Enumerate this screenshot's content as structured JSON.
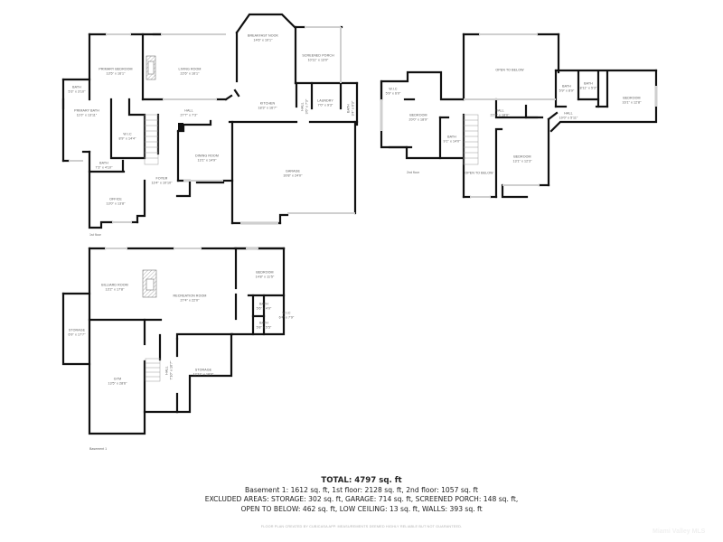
{
  "floors": {
    "first": {
      "label": "1st floor",
      "rooms": [
        {
          "name": "Primary Bedroom",
          "dims": "13'5\" x 16'1\""
        },
        {
          "name": "Living Room",
          "dims": "22'6\" x 16'1\""
        },
        {
          "name": "Breakfast Nook",
          "dims": "14'6\" x 10'1\""
        },
        {
          "name": "Screened Porch",
          "dims": "10'11\" x 13'0\""
        },
        {
          "name": "Bath",
          "dims": "5'3\" x 3'10\""
        },
        {
          "name": "Primary Bath",
          "dims": "11'0\" x 13'11\""
        },
        {
          "name": "Hall",
          "dims": "27'7\" x 7'3\""
        },
        {
          "name": "Kitchen",
          "dims": "18'3\" x 16'7\""
        },
        {
          "name": "Laundry",
          "dims": "7'0\" x 9'3\""
        },
        {
          "name": "Hall",
          "dims": "3'6\" x 7'3\""
        },
        {
          "name": "Bath",
          "dims": "3'4\" x 6'3\""
        },
        {
          "name": "W.I.C",
          "dims": "8'9\" x 14'4\""
        },
        {
          "name": "Dining Room",
          "dims": "13'1\" x 14'9\""
        },
        {
          "name": "Bath",
          "dims": "7'3\" x 4'10\""
        },
        {
          "name": "Foyer",
          "dims": "13'4\" x 10'10\""
        },
        {
          "name": "Office",
          "dims": "13'0\" x 13'8\""
        },
        {
          "name": "Garage",
          "dims": "30'8\" x 24'0\""
        }
      ]
    },
    "second": {
      "label": "2nd floor",
      "rooms": [
        {
          "name": "Open to Below",
          "dims": ""
        },
        {
          "name": "W.I.C",
          "dims": "5'9\" x 6'0\""
        },
        {
          "name": "Bedroom",
          "dims": "20'0\" x 18'9\""
        },
        {
          "name": "Hall",
          "dims": "22'4\" x 18'0\""
        },
        {
          "name": "Bath",
          "dims": "5'9\" x 8'9\""
        },
        {
          "name": "Bath",
          "dims": "8'11\" x 5'3\""
        },
        {
          "name": "Bedroom",
          "dims": "16'1\" x 12'8\""
        },
        {
          "name": "Hall",
          "dims": "10'0\" x 5'11\""
        },
        {
          "name": "Bath",
          "dims": "9'1\" x 14'0\""
        },
        {
          "name": "Bedroom",
          "dims": "13'1\" x 12'3\""
        },
        {
          "name": "Open to Below",
          "dims": ""
        }
      ]
    },
    "basement": {
      "label": "Basement 1",
      "rooms": [
        {
          "name": "Billiard Room",
          "dims": "13'2\" x 17'8\""
        },
        {
          "name": "Recreation Room",
          "dims": "27'4\" x 22'0\""
        },
        {
          "name": "Bedroom",
          "dims": "14'8\" x 11'5\""
        },
        {
          "name": "Bath",
          "dims": "5'6\" x 4'0\""
        },
        {
          "name": "W.I.C",
          "dims": "6'4\" x 7'9\""
        },
        {
          "name": "Bath",
          "dims": "5'8\" x 5'5\""
        },
        {
          "name": "Storage",
          "dims": "6'9\" x 17'7\""
        },
        {
          "name": "Gym",
          "dims": "13'5\" x 28'6\""
        },
        {
          "name": "Hall",
          "dims": "7'10\" x 16'7\""
        },
        {
          "name": "Storage",
          "dims": "12'11\" x 18'0\""
        }
      ]
    }
  },
  "summary": {
    "total": "TOTAL: 4797 sq. ft",
    "line1": "Basement 1: 1612 sq. ft, 1st floor: 2128 sq. ft, 2nd floor: 1057 sq. ft",
    "line2": "EXCLUDED AREAS: STORAGE: 302 sq. ft, GARAGE: 714 sq. ft, SCREENED PORCH: 148 sq. ft,",
    "line3": "OPEN TO BELOW: 462 sq. ft, LOW CEILING: 13 sq. ft, WALLS: 393 sq. ft"
  },
  "footer": "FLOOR PLAN CREATED BY CUBICASA APP. MEASUREMENTS DEEMED HIGHLY RELIABLE BUT NOT GUARANTEED.",
  "watermark": "Miami Valley MLS",
  "colors": {
    "wall": "#111111",
    "window": "#cfcfcf",
    "text": "#222222"
  }
}
